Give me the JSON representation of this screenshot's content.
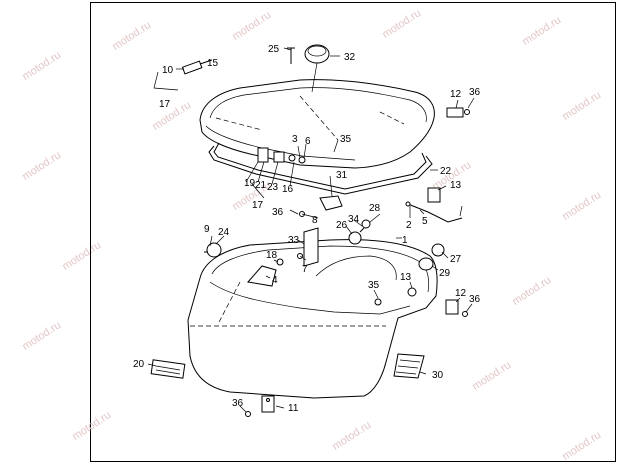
{
  "watermark": "motod.ru",
  "callouts": {
    "c1": "1",
    "c2": "2",
    "c3": "3",
    "c4": "4",
    "c5": "5",
    "c6": "6",
    "c7": "7",
    "c8": "8",
    "c9": "9",
    "c10": "10",
    "c11": "11",
    "c12a": "12",
    "c12b": "12",
    "c13a": "13",
    "c13b": "13",
    "c15": "15",
    "c16": "16",
    "c17a": "17",
    "c17b": "17",
    "c18": "18",
    "c19": "19",
    "c20": "20",
    "c21": "21",
    "c22": "22",
    "c23": "23",
    "c24": "24",
    "c25": "25",
    "c26": "26",
    "c27": "27",
    "c28": "28",
    "c29": "29",
    "c30": "30",
    "c31": "31",
    "c32": "32",
    "c33": "33",
    "c34": "34",
    "c35a": "35",
    "c35b": "35",
    "c36a": "36",
    "c36b": "36",
    "c36c": "36",
    "c36d": "36"
  }
}
